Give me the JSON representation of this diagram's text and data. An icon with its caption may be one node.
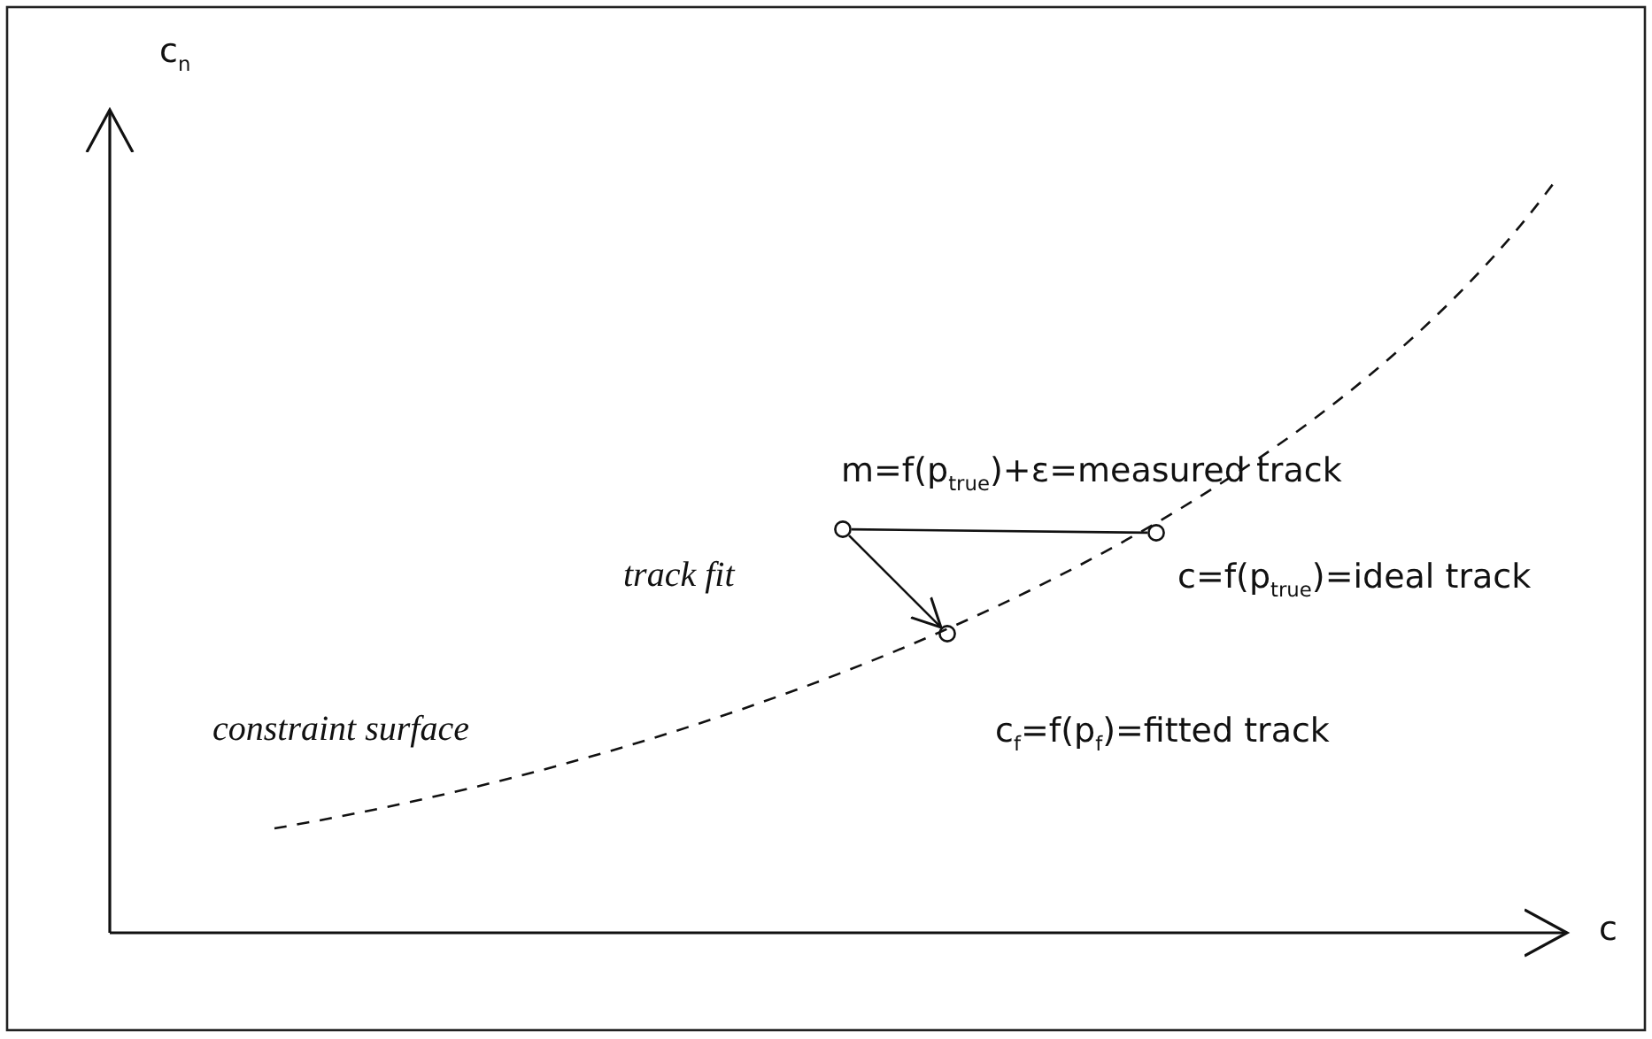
{
  "diagram": {
    "nodes": [
      {
        "text": [],
        "shape": "circle",
        "beside": [
          "m=f(p$_{true}$)+ε=measured track"
        ]
      },
      {
        "text": [],
        "shape": "circle",
        "beside": [
          "c=f(p$_{true}$)=ideal track"
        ]
      },
      {
        "text": [],
        "shape": "circle",
        "beside": [
          "c$_{f}$=f(p$_{f}$)=fitted track"
        ]
      }
    ],
    "edges": [
      {
        "from": 0,
        "to": 1,
        "arrow": "none"
      },
      {
        "from": 0,
        "to": 2,
        "arrow": "to"
      }
    ],
    "labels": [
      "c$_{n}$",
      "track fit",
      "constraint surface",
      "c"
    ]
  }
}
